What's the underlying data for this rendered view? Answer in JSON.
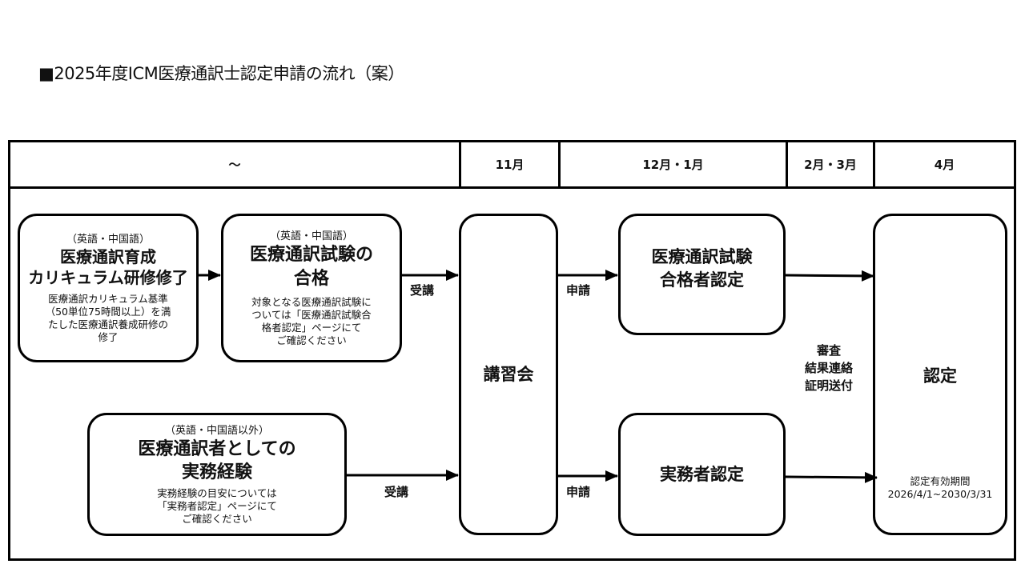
{
  "title": "■2025年度ICM医療通訳士認定申請の流れ（案）",
  "timeline": {
    "columns": [
      {
        "label": "～"
      },
      {
        "label": "11月"
      },
      {
        "label": "12月・1月"
      },
      {
        "label": "2月・3月"
      },
      {
        "label": "4月"
      }
    ]
  },
  "boxes": {
    "curriculum": {
      "language": "（英語・中国語）",
      "title_line1": "医療通訳育成",
      "title_line2": "カリキュラム研修修了",
      "note_line1": "医療通訳カリキュラム基準",
      "note_line2": "（50単位75時間以上）を満",
      "note_line3": "たした医療通訳養成研修の",
      "note_line4": "修了"
    },
    "exam": {
      "language": "（英語・中国語）",
      "title_line1": "医療通訳試験の",
      "title_line2": "合格",
      "note_line1": "対象となる医療通訳試験に",
      "note_line2": "ついては「医療通訳試験合",
      "note_line3": "格者認定」ページにて",
      "note_line4": "ご確認ください"
    },
    "experience": {
      "language": "（英語・中国語以外）",
      "title_line1": "医療通訳者としての",
      "title_line2": "実務経験",
      "note_line1": "実務経験の目安については",
      "note_line2": "「実務者認定」ページにて",
      "note_line3": "ご確認ください"
    },
    "seminar": {
      "title": "講習会"
    },
    "exam_cert": {
      "title_line1": "医療通訳試験",
      "title_line2": "合格者認定"
    },
    "practitioner_cert": {
      "title": "実務者認定"
    },
    "certification": {
      "title": "認定",
      "validity_label": "認定有効期間",
      "validity_period": "2026/4/1~2030/3/31"
    }
  },
  "arrow_labels": {
    "attend_top": "受講",
    "attend_bottom": "受講",
    "apply_top": "申請",
    "apply_bottom": "申請",
    "review_line1": "審査",
    "review_line2": "結果連絡",
    "review_line3": "証明送付"
  }
}
